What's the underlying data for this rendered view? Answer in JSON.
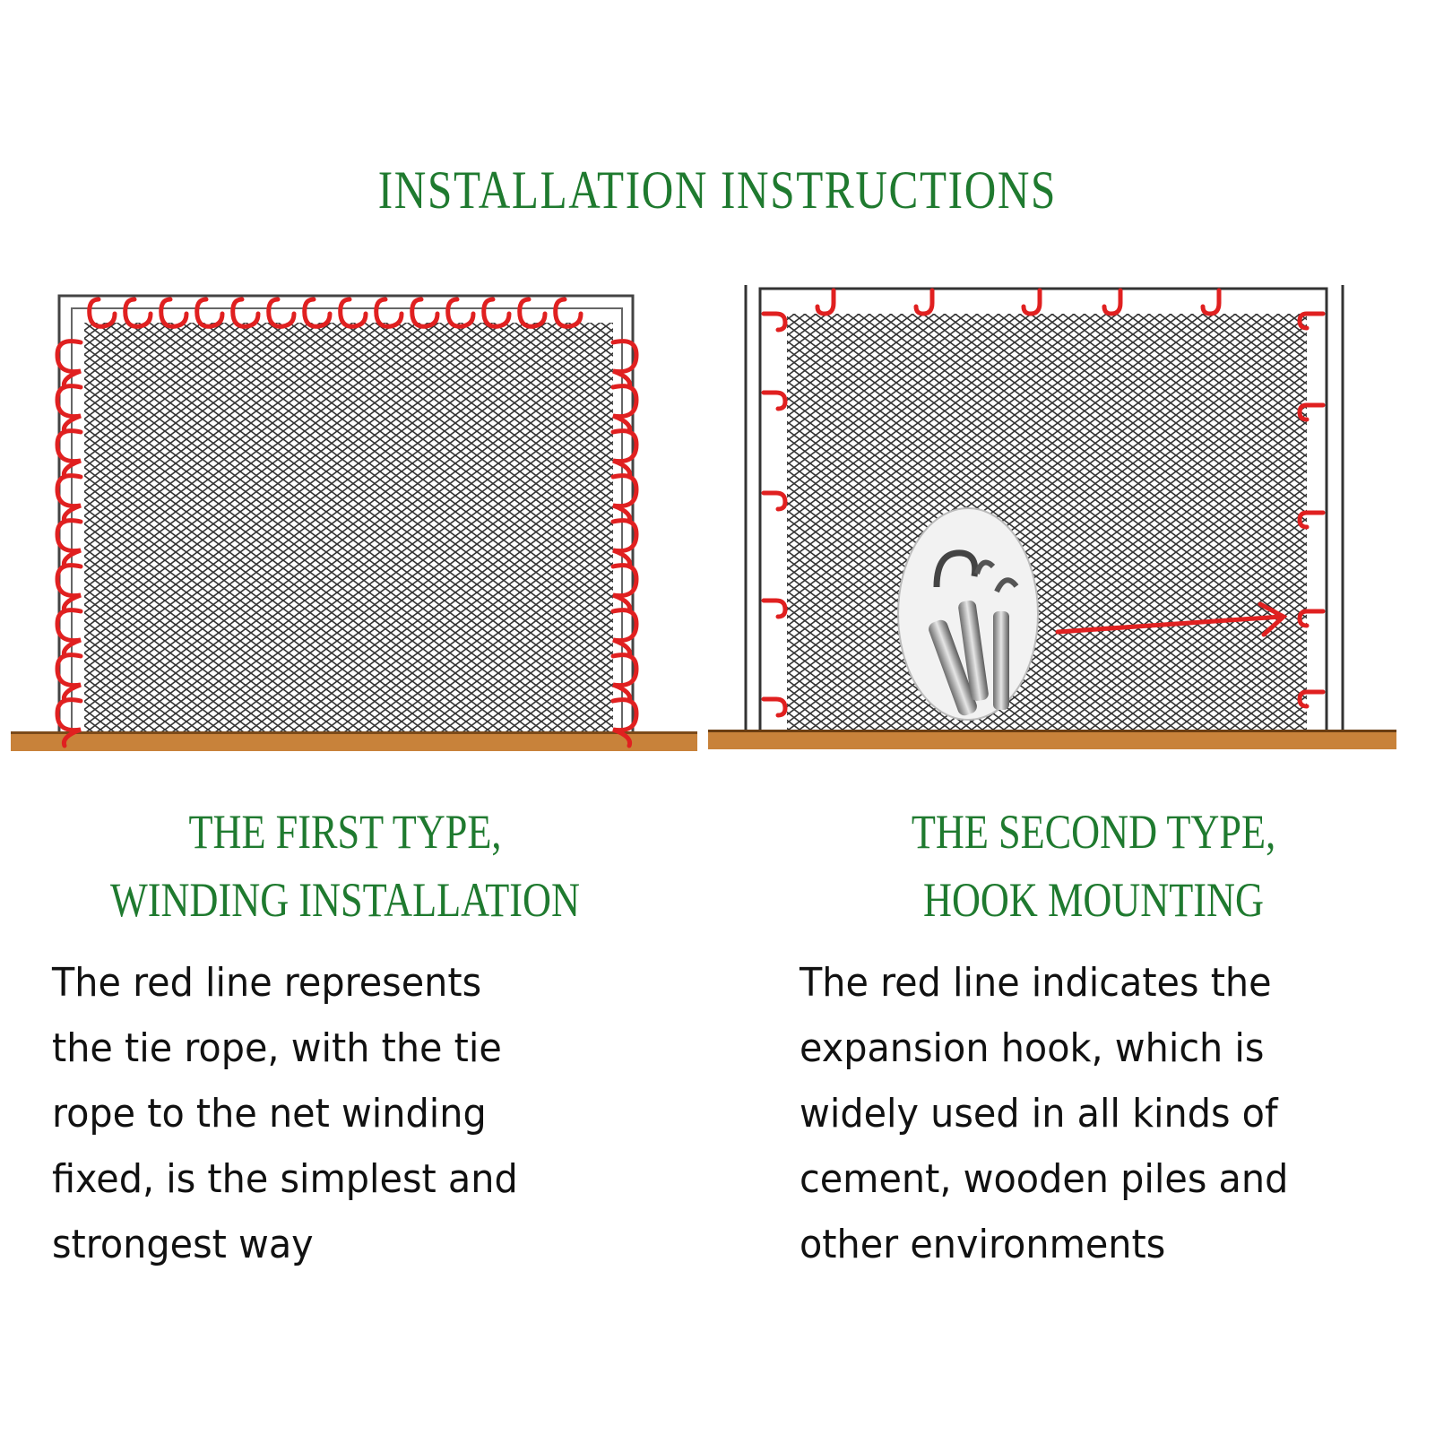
{
  "title": "INSTALLATION INSTRUCTIONS",
  "first": {
    "heading_line1": "THE FIRST TYPE,",
    "heading_line2": "WINDING INSTALLATION",
    "desc_lines": [
      "The red line represents",
      "the tie rope, with the tie",
      "rope to the net winding",
      "fixed, is the simplest and",
      "strongest way"
    ]
  },
  "second": {
    "heading_line1": "THE SECOND TYPE,",
    "heading_line2": "HOOK MOUNTING",
    "desc_lines": [
      "The red line indicates the",
      "expansion hook, which is",
      "widely used in all kinds of",
      "cement, wooden piles and",
      "other environments"
    ]
  },
  "colors": {
    "heading_green": "#1f7a2f",
    "rope_red": "#e02020",
    "floor_brown": "#c8823a",
    "net_gray": "#333333"
  }
}
